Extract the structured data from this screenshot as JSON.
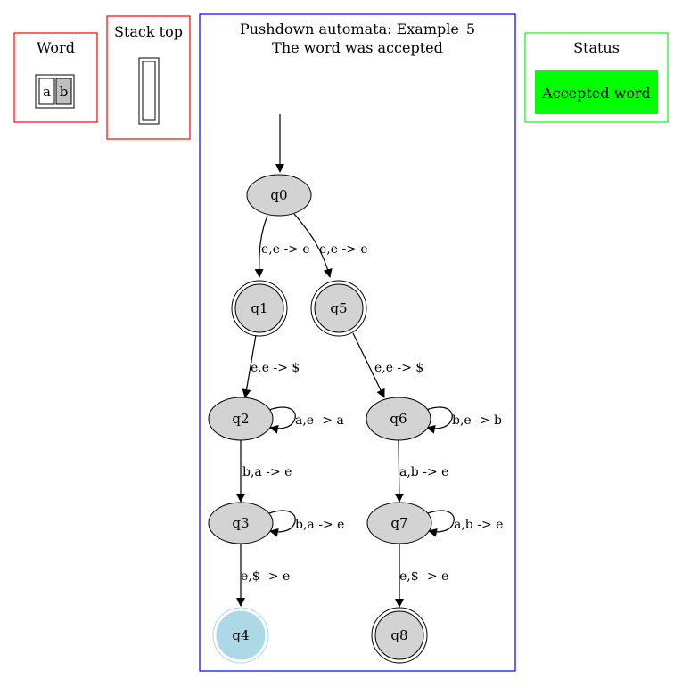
{
  "word_panel": {
    "title": "Word",
    "letters": [
      "a",
      "b"
    ],
    "current_index": 1,
    "border_color": "#ff0000",
    "highlight_color": "#c0c0c0"
  },
  "stack_panel": {
    "title": "Stack top",
    "border_color": "#ff0000",
    "top": ""
  },
  "automaton_panel": {
    "title": "Pushdown automata: Example_5",
    "subtitle": "The word was accepted",
    "border_color": "#0000ff"
  },
  "status_panel": {
    "title": "Status",
    "message": "Accepted word",
    "border_color": "#00ff00",
    "message_bg": "#00ff00"
  },
  "states": [
    {
      "id": "q0",
      "label": "q0",
      "accepting": false,
      "current": false
    },
    {
      "id": "q1",
      "label": "q1",
      "accepting": true,
      "current": false
    },
    {
      "id": "q2",
      "label": "q2",
      "accepting": false,
      "current": false
    },
    {
      "id": "q3",
      "label": "q3",
      "accepting": false,
      "current": false
    },
    {
      "id": "q4",
      "label": "q4",
      "accepting": true,
      "current": true
    },
    {
      "id": "q5",
      "label": "q5",
      "accepting": true,
      "current": false
    },
    {
      "id": "q6",
      "label": "q6",
      "accepting": false,
      "current": false
    },
    {
      "id": "q7",
      "label": "q7",
      "accepting": false,
      "current": false
    },
    {
      "id": "q8",
      "label": "q8",
      "accepting": true,
      "current": false
    }
  ],
  "start_state": "q0",
  "transitions": [
    {
      "from": "q0",
      "to": "q1",
      "label": "e,e -> e"
    },
    {
      "from": "q0",
      "to": "q5",
      "label": "e,e -> e"
    },
    {
      "from": "q1",
      "to": "q2",
      "label": "e,e -> $"
    },
    {
      "from": "q5",
      "to": "q6",
      "label": "e,e -> $"
    },
    {
      "from": "q2",
      "to": "q2",
      "label": "a,e -> a"
    },
    {
      "from": "q2",
      "to": "q3",
      "label": "b,a -> e"
    },
    {
      "from": "q3",
      "to": "q3",
      "label": "b,a -> e"
    },
    {
      "from": "q3",
      "to": "q4",
      "label": "e,$ -> e"
    },
    {
      "from": "q6",
      "to": "q6",
      "label": "b,e -> b"
    },
    {
      "from": "q6",
      "to": "q7",
      "label": "a,b -> e"
    },
    {
      "from": "q7",
      "to": "q7",
      "label": "a,b -> e"
    },
    {
      "from": "q7",
      "to": "q8",
      "label": "e,$ -> e"
    }
  ],
  "colors": {
    "state_fill": "#d3d3d3",
    "current_state_fill": "#add8e6",
    "current_state_ring": "#add8e6"
  }
}
